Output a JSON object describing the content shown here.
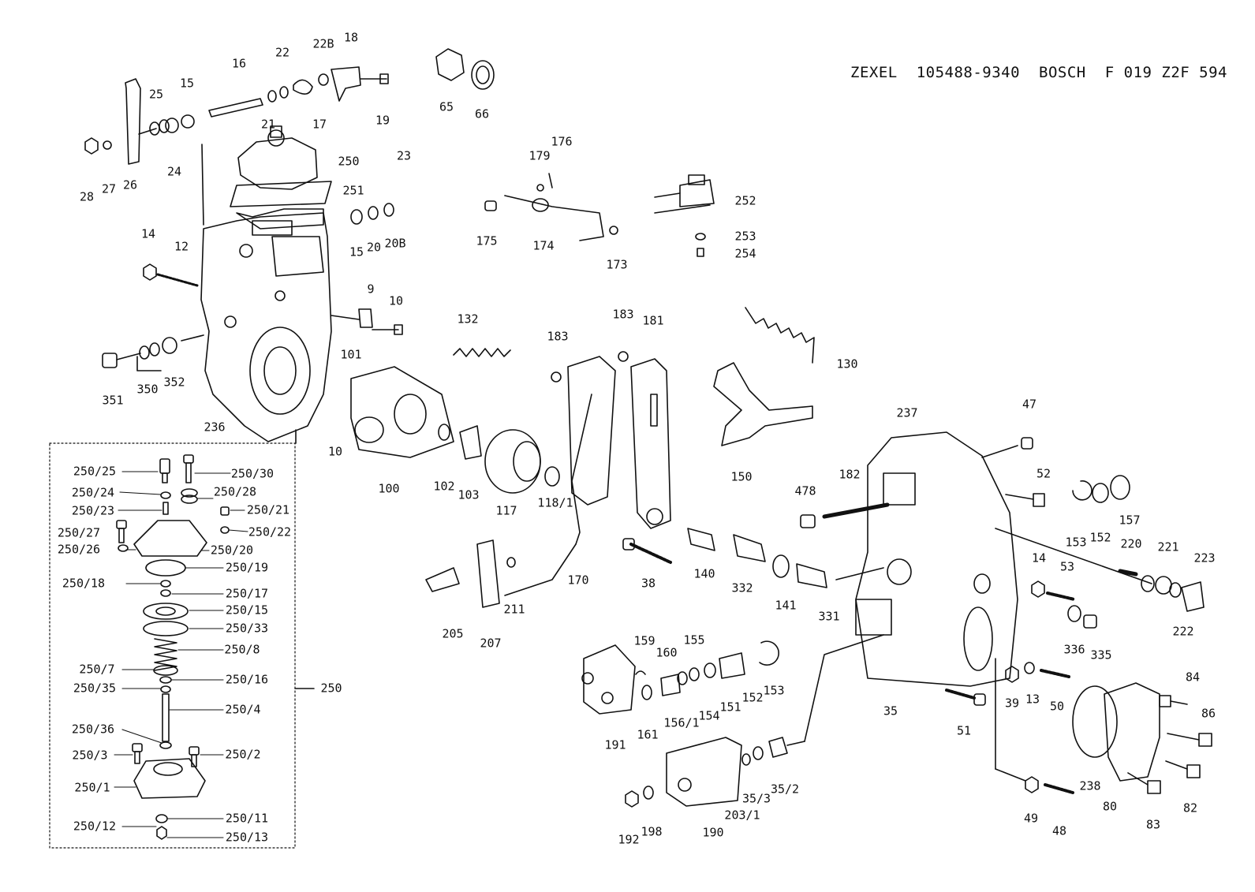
{
  "header": {
    "brand1": "ZEXEL",
    "part1": "105488-9340",
    "brand2": "BOSCH",
    "part2": "F 019 Z2F 594"
  },
  "callouts": [
    {
      "id": "c18",
      "text": "18"
    },
    {
      "id": "c22B",
      "text": "22B"
    },
    {
      "id": "c22",
      "text": "22"
    },
    {
      "id": "c16",
      "text": "16"
    },
    {
      "id": "c15a",
      "text": "15"
    },
    {
      "id": "c25",
      "text": "25"
    },
    {
      "id": "c21",
      "text": "21"
    },
    {
      "id": "c17",
      "text": "17"
    },
    {
      "id": "c19",
      "text": "19"
    },
    {
      "id": "c65",
      "text": "65"
    },
    {
      "id": "c66",
      "text": "66"
    },
    {
      "id": "c250a",
      "text": "250"
    },
    {
      "id": "c251",
      "text": "251"
    },
    {
      "id": "c23",
      "text": "23"
    },
    {
      "id": "c28",
      "text": "28"
    },
    {
      "id": "c27",
      "text": "27"
    },
    {
      "id": "c26",
      "text": "26"
    },
    {
      "id": "c24",
      "text": "24"
    },
    {
      "id": "c15b",
      "text": "15"
    },
    {
      "id": "c20",
      "text": "20"
    },
    {
      "id": "c20B",
      "text": "20B"
    },
    {
      "id": "c14a",
      "text": "14"
    },
    {
      "id": "c12",
      "text": "12"
    },
    {
      "id": "c9",
      "text": "9"
    },
    {
      "id": "c10a",
      "text": "10"
    },
    {
      "id": "c176",
      "text": "176"
    },
    {
      "id": "c179",
      "text": "179"
    },
    {
      "id": "c175",
      "text": "175"
    },
    {
      "id": "c174",
      "text": "174"
    },
    {
      "id": "c173",
      "text": "173"
    },
    {
      "id": "c252",
      "text": "252"
    },
    {
      "id": "c253",
      "text": "253"
    },
    {
      "id": "c254",
      "text": "254"
    },
    {
      "id": "c132",
      "text": "132"
    },
    {
      "id": "c183a",
      "text": "183"
    },
    {
      "id": "c181",
      "text": "181"
    },
    {
      "id": "c183b",
      "text": "183"
    },
    {
      "id": "c130",
      "text": "130"
    },
    {
      "id": "c101",
      "text": "101"
    },
    {
      "id": "c351",
      "text": "351"
    },
    {
      "id": "c350",
      "text": "350"
    },
    {
      "id": "c352",
      "text": "352"
    },
    {
      "id": "c236",
      "text": "236"
    },
    {
      "id": "c10b",
      "text": "10"
    },
    {
      "id": "c100",
      "text": "100"
    },
    {
      "id": "c102",
      "text": "102"
    },
    {
      "id": "c103",
      "text": "103"
    },
    {
      "id": "c117",
      "text": "117"
    },
    {
      "id": "c118_1",
      "text": "118/1"
    },
    {
      "id": "c150",
      "text": "150"
    },
    {
      "id": "c237",
      "text": "237"
    },
    {
      "id": "c47",
      "text": "47"
    },
    {
      "id": "c182",
      "text": "182"
    },
    {
      "id": "c478",
      "text": "478"
    },
    {
      "id": "c52",
      "text": "52"
    },
    {
      "id": "c153a",
      "text": "153"
    },
    {
      "id": "c152a",
      "text": "152"
    },
    {
      "id": "c157",
      "text": "157"
    },
    {
      "id": "c220",
      "text": "220"
    },
    {
      "id": "c221",
      "text": "221"
    },
    {
      "id": "c223",
      "text": "223"
    },
    {
      "id": "c222",
      "text": "222"
    },
    {
      "id": "c170",
      "text": "170"
    },
    {
      "id": "c38",
      "text": "38"
    },
    {
      "id": "c140",
      "text": "140"
    },
    {
      "id": "c332",
      "text": "332"
    },
    {
      "id": "c141",
      "text": "141"
    },
    {
      "id": "c331",
      "text": "331"
    },
    {
      "id": "c14b",
      "text": "14"
    },
    {
      "id": "c53",
      "text": "53"
    },
    {
      "id": "c336",
      "text": "336"
    },
    {
      "id": "c335",
      "text": "335"
    },
    {
      "id": "c205",
      "text": "205"
    },
    {
      "id": "c211",
      "text": "211"
    },
    {
      "id": "c207",
      "text": "207"
    },
    {
      "id": "c159",
      "text": "159"
    },
    {
      "id": "c160",
      "text": "160"
    },
    {
      "id": "c155",
      "text": "155"
    },
    {
      "id": "c161",
      "text": "161"
    },
    {
      "id": "c156_1",
      "text": "156/1"
    },
    {
      "id": "c154",
      "text": "154"
    },
    {
      "id": "c151",
      "text": "151"
    },
    {
      "id": "c152b",
      "text": "152"
    },
    {
      "id": "c153b",
      "text": "153"
    },
    {
      "id": "c191",
      "text": "191"
    },
    {
      "id": "c35",
      "text": "35"
    },
    {
      "id": "c39",
      "text": "39"
    },
    {
      "id": "c13",
      "text": "13"
    },
    {
      "id": "c50",
      "text": "50"
    },
    {
      "id": "c51",
      "text": "51"
    },
    {
      "id": "c84",
      "text": "84"
    },
    {
      "id": "c86",
      "text": "86"
    },
    {
      "id": "c238",
      "text": "238"
    },
    {
      "id": "c80",
      "text": "80"
    },
    {
      "id": "c82",
      "text": "82"
    },
    {
      "id": "c83",
      "text": "83"
    },
    {
      "id": "c49",
      "text": "49"
    },
    {
      "id": "c48",
      "text": "48"
    },
    {
      "id": "c35_2",
      "text": "35/2"
    },
    {
      "id": "c35_3",
      "text": "35/3"
    },
    {
      "id": "c203_1",
      "text": "203/1"
    },
    {
      "id": "c190",
      "text": "190"
    },
    {
      "id": "c198",
      "text": "198"
    },
    {
      "id": "c192",
      "text": "192"
    },
    {
      "id": "c250b",
      "text": "250"
    },
    {
      "id": "c250_25",
      "text": "250/25"
    },
    {
      "id": "c250_30",
      "text": "250/30"
    },
    {
      "id": "c250_24",
      "text": "250/24"
    },
    {
      "id": "c250_28",
      "text": "250/28"
    },
    {
      "id": "c250_23",
      "text": "250/23"
    },
    {
      "id": "c250_21",
      "text": "250/21"
    },
    {
      "id": "c250_27",
      "text": "250/27"
    },
    {
      "id": "c250_22",
      "text": "250/22"
    },
    {
      "id": "c250_26",
      "text": "250/26"
    },
    {
      "id": "c250_20",
      "text": "250/20"
    },
    {
      "id": "c250_19",
      "text": "250/19"
    },
    {
      "id": "c250_18",
      "text": "250/18"
    },
    {
      "id": "c250_17",
      "text": "250/17"
    },
    {
      "id": "c250_15",
      "text": "250/15"
    },
    {
      "id": "c250_33",
      "text": "250/33"
    },
    {
      "id": "c250_8",
      "text": "250/8"
    },
    {
      "id": "c250_7",
      "text": "250/7"
    },
    {
      "id": "c250_16",
      "text": "250/16"
    },
    {
      "id": "c250_35",
      "text": "250/35"
    },
    {
      "id": "c250_4",
      "text": "250/4"
    },
    {
      "id": "c250_36",
      "text": "250/36"
    },
    {
      "id": "c250_3",
      "text": "250/3"
    },
    {
      "id": "c250_2",
      "text": "250/2"
    },
    {
      "id": "c250_1",
      "text": "250/1"
    },
    {
      "id": "c250_11",
      "text": "250/11"
    },
    {
      "id": "c250_12",
      "text": "250/12"
    },
    {
      "id": "c250_13",
      "text": "250/13"
    }
  ]
}
